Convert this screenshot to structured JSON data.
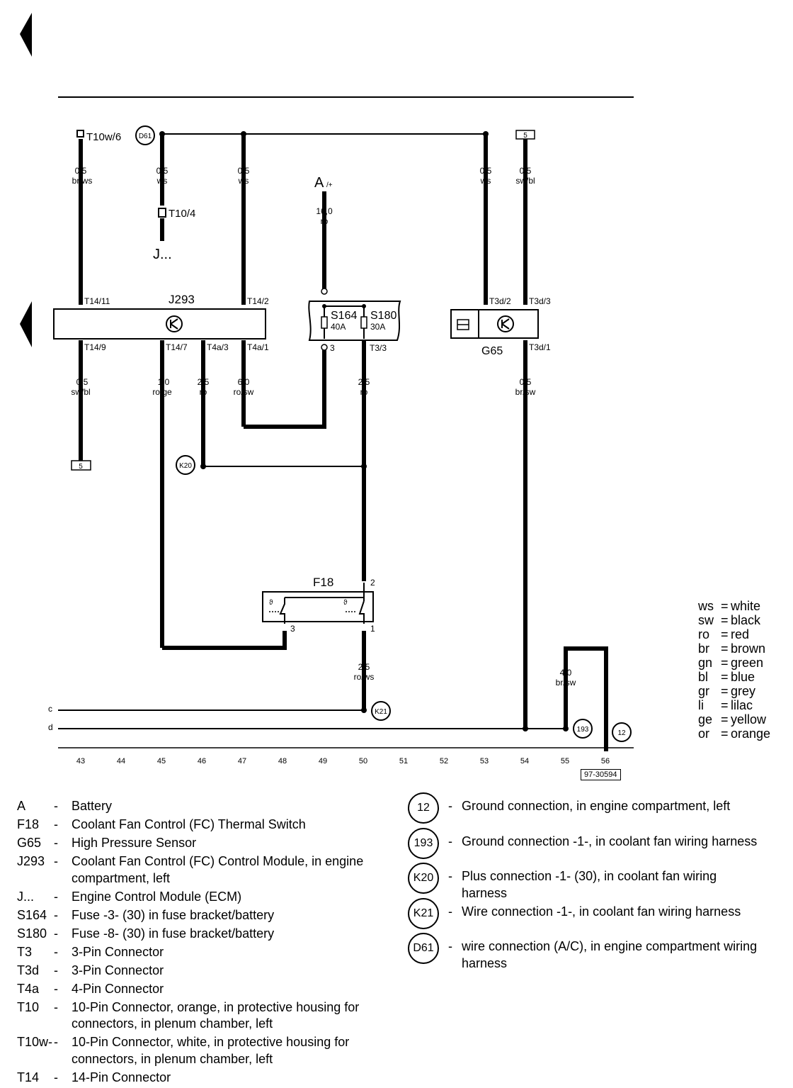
{
  "wire_legend": [
    {
      "code": "ws",
      "color": "white"
    },
    {
      "code": "sw",
      "color": "black"
    },
    {
      "code": "ro",
      "color": "red"
    },
    {
      "code": "br",
      "color": "brown"
    },
    {
      "code": "gn",
      "color": "green"
    },
    {
      "code": "bl",
      "color": "blue"
    },
    {
      "code": "gr",
      "color": "grey"
    },
    {
      "code": "li",
      "color": "lilac"
    },
    {
      "code": "ge",
      "color": "yellow"
    },
    {
      "code": "or",
      "color": "orange"
    }
  ],
  "track_numbers": [
    "43",
    "44",
    "45",
    "46",
    "47",
    "48",
    "49",
    "50",
    "51",
    "52",
    "53",
    "54",
    "55",
    "56"
  ],
  "reference_number": "97-30594",
  "labels": {
    "j293": "J293",
    "g65": "G65",
    "f18": "F18",
    "s164": "S164",
    "s164_rating": "40A",
    "s180": "S180",
    "s180_rating": "30A",
    "battery": "A",
    "battery_sub": "/+",
    "ecm": "J...",
    "t10w6": "T10w/6",
    "t10_4": "T10/4",
    "d61": "D61",
    "k20": "K20",
    "k21": "K21",
    "g193": "193",
    "g12": "12",
    "box5a": "5",
    "box5b": "5",
    "bus_c": "c",
    "bus_d": "d"
  },
  "pins": {
    "t14_11": "T14/11",
    "t14_2": "T14/2",
    "t14_9": "T14/9",
    "t14_7": "T14/7",
    "t4a_3": "T4a/3",
    "t4a_1": "T4a/1",
    "t3d_2": "T3d/2",
    "t3d_3": "T3d/3",
    "t3d_1": "T3d/1",
    "t3_3": "T3/3",
    "s_pin3": "3",
    "f18_2": "2",
    "f18_1": "1",
    "f18_3": "3"
  },
  "wires": {
    "w43top": [
      "0,5",
      "br/ws"
    ],
    "w45top": [
      "0,5",
      "ws"
    ],
    "w47top": [
      "0,5",
      "ws"
    ],
    "w49top": [
      "16,0",
      "ro"
    ],
    "w53top": [
      "0,5",
      "ws"
    ],
    "w54top": [
      "0,5",
      "sw/bl"
    ],
    "w43bot": [
      "0,5",
      "sw/bl"
    ],
    "w45bot": [
      "1,0",
      "ro/ge"
    ],
    "w46bot": [
      "2,5",
      "ro"
    ],
    "w47bot": [
      "6,0",
      "ro/sw"
    ],
    "w50bot": [
      "2,5",
      "ro"
    ],
    "w54bot": [
      "0,5",
      "br/sw"
    ],
    "w50low": [
      "2,5",
      "ro/ws"
    ],
    "w55": [
      "4,0",
      "br/sw"
    ]
  },
  "components": [
    {
      "code": "A",
      "desc": "Battery"
    },
    {
      "code": "F18",
      "desc": "Coolant Fan Control (FC) Thermal Switch"
    },
    {
      "code": "G65",
      "desc": "High Pressure Sensor"
    },
    {
      "code": "J293",
      "desc": "Coolant Fan Control (FC) Control Module, in engine compartment, left"
    },
    {
      "code": "J...",
      "desc": "Engine Control Module (ECM)"
    },
    {
      "code": "S164",
      "desc": "Fuse -3- (30) in fuse bracket/battery"
    },
    {
      "code": "S180",
      "desc": "Fuse -8- (30) in fuse bracket/battery"
    },
    {
      "code": "T3",
      "desc": "3-Pin Connector"
    },
    {
      "code": "T3d",
      "desc": "3-Pin Connector"
    },
    {
      "code": "T4a",
      "desc": "4-Pin Connector"
    },
    {
      "code": "T10",
      "desc": "10-Pin Connector, orange, in protective housing for connectors, in plenum chamber, left"
    },
    {
      "code": "T10w-",
      "desc": "10-Pin Connector, white, in protective housing for connectors, in plenum chamber, left"
    },
    {
      "code": "T14",
      "desc": "14-Pin Connector"
    }
  ],
  "connections": [
    {
      "id": "12",
      "desc": "Ground connection, in engine compartment, left"
    },
    {
      "id": "193",
      "desc": "Ground connection -1-, in coolant fan wiring harness"
    },
    {
      "id": "K20",
      "desc": "Plus connection -1- (30), in coolant fan wiring harness"
    },
    {
      "id": "K21",
      "desc": "Wire connection -1-, in coolant fan wiring harness"
    },
    {
      "id": "D61",
      "desc": "wire connection (A/C), in engine compartment wiring harness"
    }
  ]
}
